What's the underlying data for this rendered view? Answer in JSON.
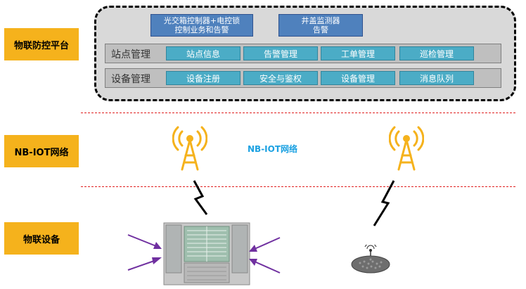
{
  "layers": {
    "platform_label": "物联防控平台",
    "network_label": "NB-IOT网络",
    "device_label": "物联设备"
  },
  "platform": {
    "top_boxes": [
      {
        "line1": "光交箱控制器+电控锁",
        "line2": "控制业务和告警"
      },
      {
        "line1": "井盖监测器",
        "line2": "告警"
      }
    ],
    "rows": [
      {
        "label": "站点管理",
        "items": [
          "站点信息",
          "告警管理",
          "工单管理",
          "巡检管理"
        ]
      },
      {
        "label": "设备管理",
        "items": [
          "设备注册",
          "安全与鉴权",
          "设备管理",
          "消息队列"
        ]
      }
    ]
  },
  "network": {
    "label": "NB-IOT网络"
  },
  "colors": {
    "layer_label_bg": "#f5b21c",
    "top_box_bg": "#4f81bd",
    "cell_bg": "#4bacc6",
    "divider": "#e02020",
    "tower": "#f5b21c",
    "arrow": "#7030a0"
  },
  "icons": [
    "cell-tower-icon",
    "lightning-icon",
    "cabinet-icon",
    "manhole-cover-icon",
    "arrow-icon"
  ]
}
